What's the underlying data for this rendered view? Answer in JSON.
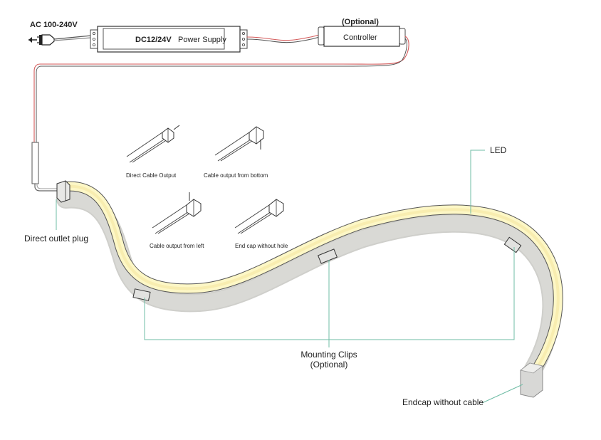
{
  "input": {
    "voltage_label": "AC 100-240V"
  },
  "power_supply": {
    "voltage": "DC12/24V",
    "name": "Power Supply"
  },
  "controller": {
    "optional_label": "(Optional)",
    "name": "Controller"
  },
  "cable_variants": [
    {
      "label": "Direct Cable Output"
    },
    {
      "label": "Cable output from bottom"
    },
    {
      "label": "Cable output from left"
    },
    {
      "label": "End cap without hole"
    }
  ],
  "callouts": {
    "led": "LED",
    "direct_outlet_plug": "Direct outlet plug",
    "mounting_clips_line1": "Mounting Clips",
    "mounting_clips_line2": "(Optional)",
    "endcap": "Endcap without cable"
  },
  "colors": {
    "led_strip": "#fdf7c6",
    "strip_side": "#d2d2ce",
    "red_wire": "#d45a5a",
    "callout_line": "#6fbca5",
    "outline": "#444444"
  }
}
